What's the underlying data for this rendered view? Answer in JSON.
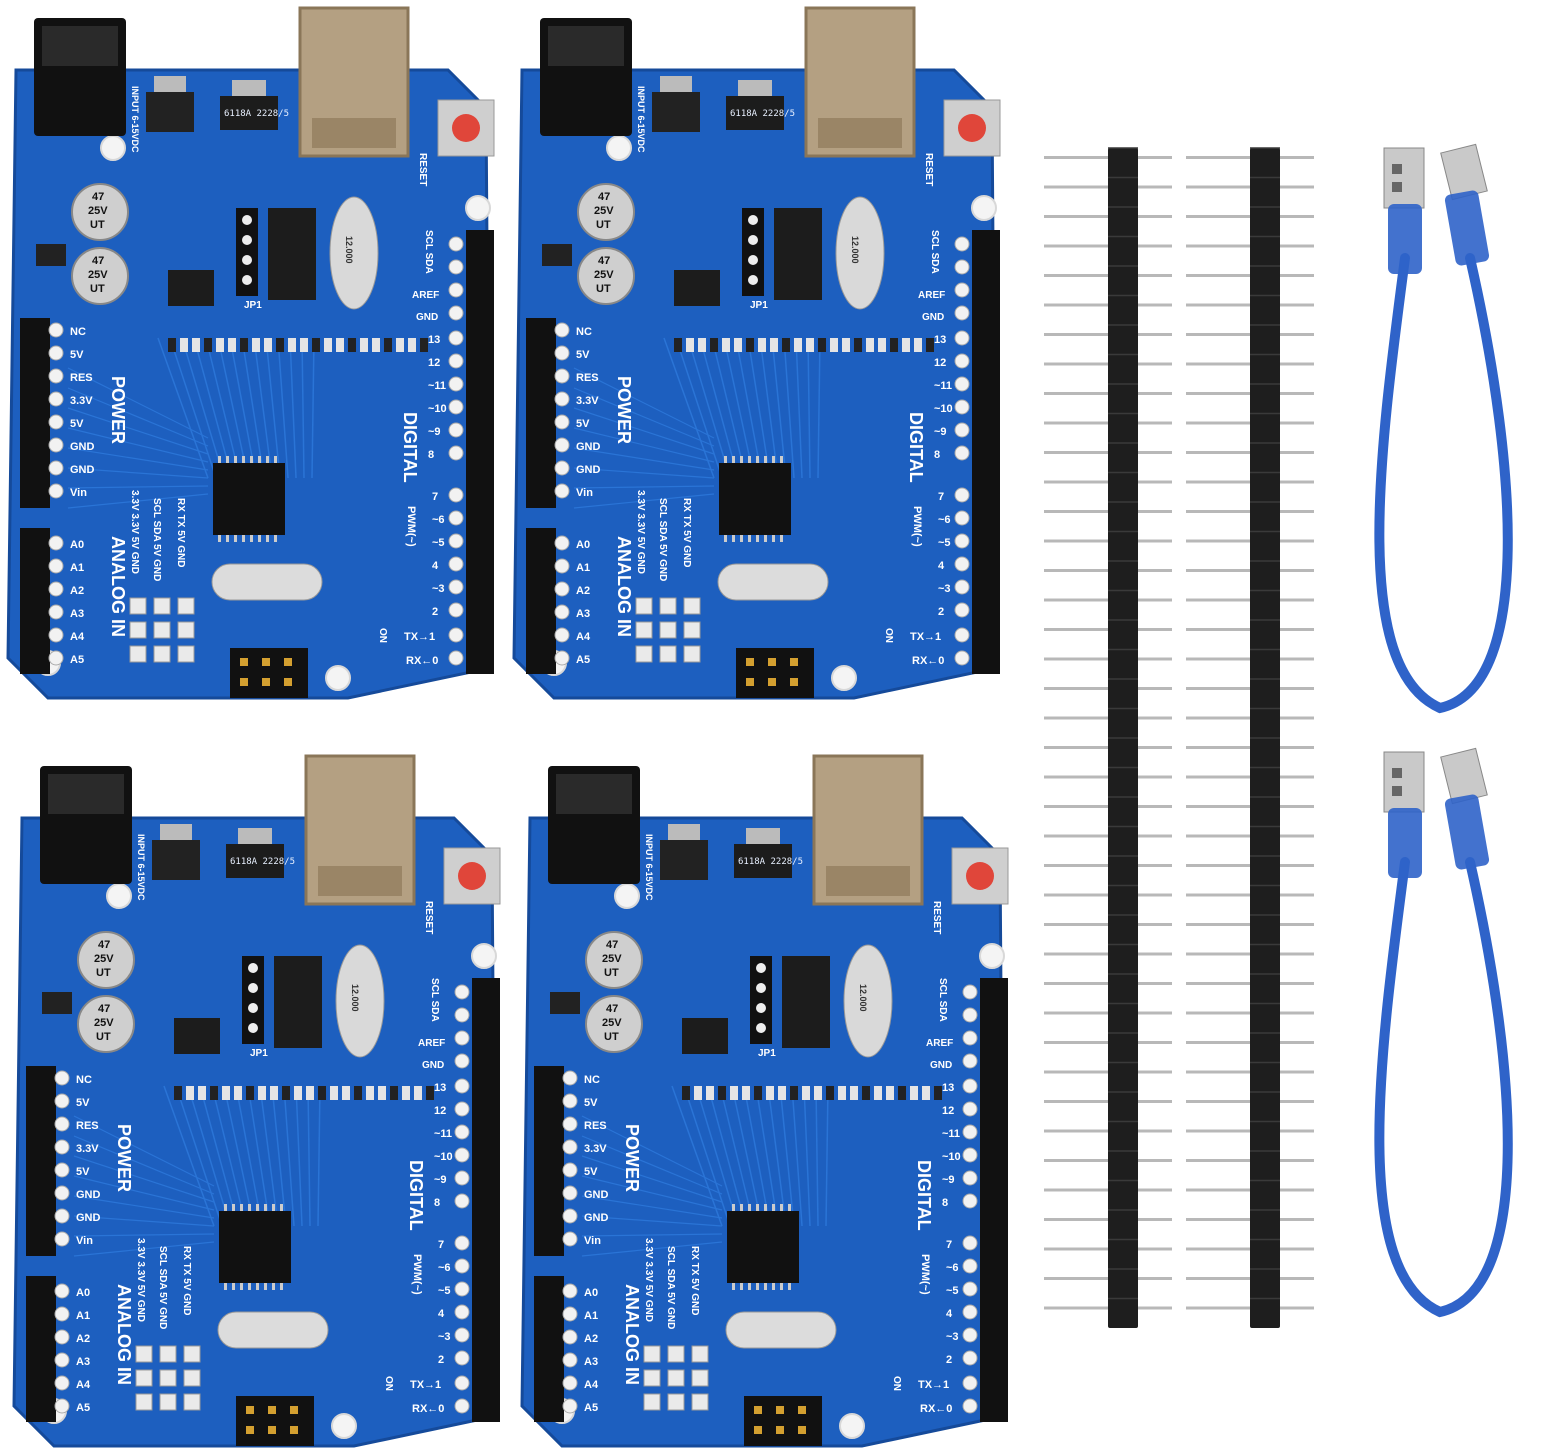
{
  "boards": [
    {
      "id": "board-top-left"
    },
    {
      "id": "board-top-right"
    },
    {
      "id": "board-bottom-left"
    },
    {
      "id": "board-bottom-right"
    }
  ],
  "board_labels": {
    "power": "POWER",
    "analog_in": "ANALOG IN",
    "digital": "DIGITAL",
    "pwm": "PWM(~)",
    "reset": "RESET",
    "input_voltage": "INPUT 6-15VDC",
    "aref": "AREF",
    "gnd": "GND",
    "scl_sda": "SCL SDA",
    "tx": "TX→1",
    "rx": "RX←0",
    "on": "ON",
    "cap_top": "47",
    "cap_mid": "25V",
    "cap_bot": "UT",
    "i2c_row": "SCL SDA 5V GND",
    "uart_row": "RX TX 5V GND",
    "volt_row": "3.3V 3.3V 5V GND",
    "crystal": "12.000",
    "jp1": "JP1",
    "regulator": "6118A 2228/5",
    "power_pins": [
      "NC",
      "5V",
      "RES",
      "3.3V",
      "5V",
      "GND",
      "GND",
      "Vin"
    ],
    "analog_pins": [
      "A0",
      "A1",
      "A2",
      "A3",
      "A4",
      "A5"
    ],
    "digital_upper": [
      "13",
      "12",
      "~11",
      "~10",
      "~9",
      "8"
    ],
    "digital_lower": [
      "7",
      "~6",
      "~5",
      "4",
      "~3",
      "2"
    ]
  },
  "accessories": {
    "pin_header_count": 2,
    "pins_per_header": 40,
    "usb_cable_count": 2,
    "cable_color": "#2f63c9"
  },
  "colors": {
    "pcb": "#1d5fbf",
    "pcb_dark": "#154a9a",
    "header_black": "#1e1e1e",
    "pin_silver": "#b8b8b8",
    "usb_metal": "#b4a082",
    "reset_red": "#e0463a"
  }
}
